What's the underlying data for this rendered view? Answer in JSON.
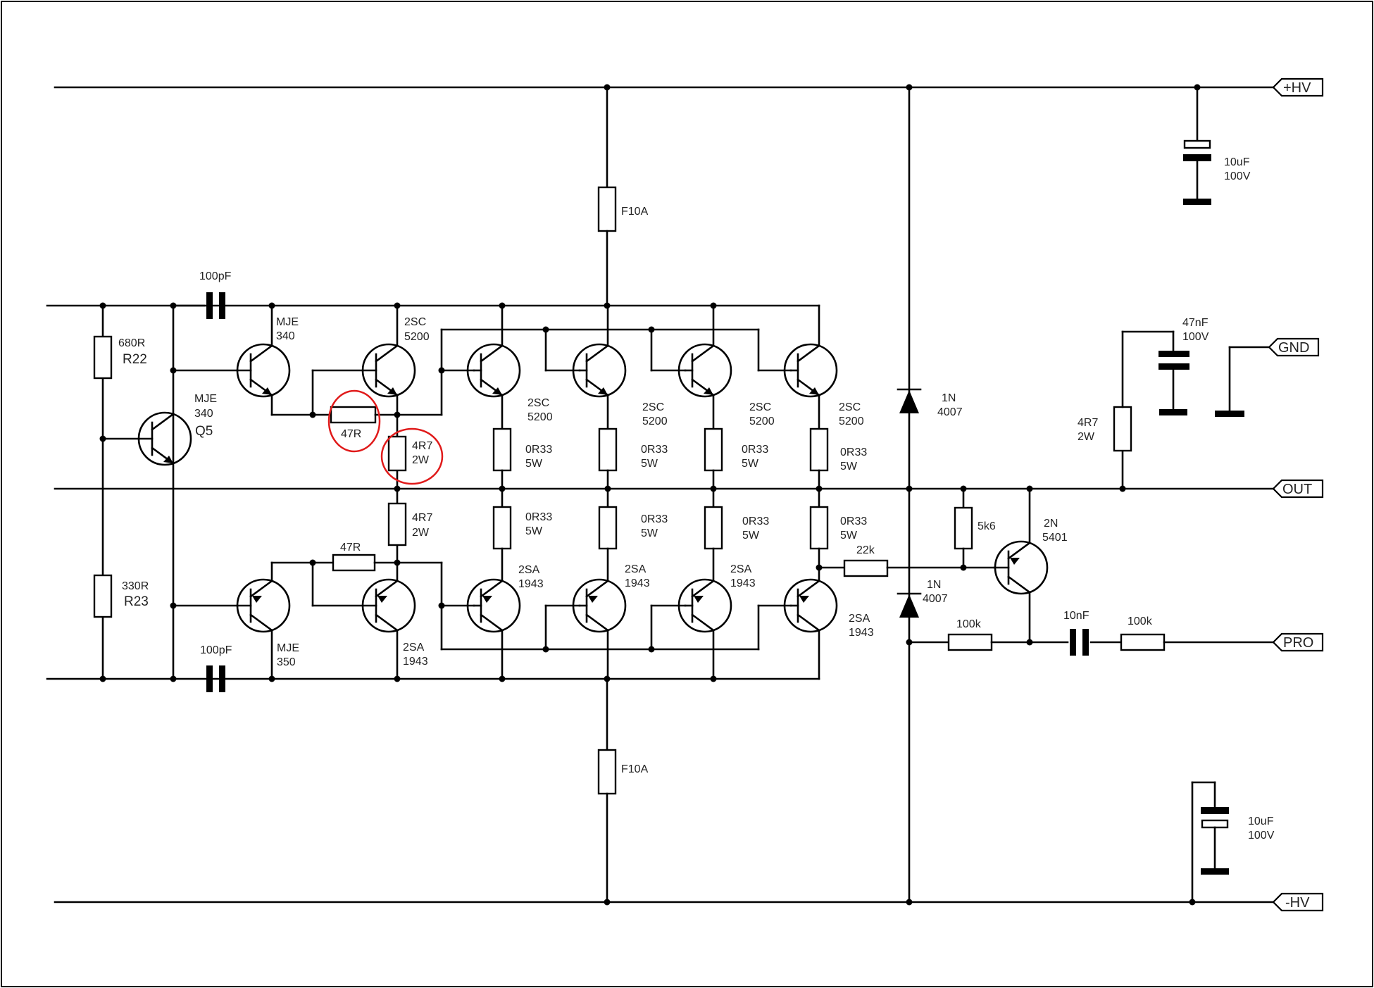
{
  "ports": {
    "hv_pos": "+HV",
    "gnd": "GND",
    "out": "OUT",
    "pro": "PRO",
    "hv_neg": "-HV"
  },
  "labels": {
    "c100p_top": "100pF",
    "c100p_bot": "100pF",
    "r22_val": "680R",
    "r22_name": "R22",
    "r23_val": "330R",
    "r23_name": "R23",
    "q5_type_a": "MJE",
    "q5_type_b": "340",
    "q5_name": "Q5",
    "drv_top_a": "MJE",
    "drv_top_b": "340",
    "drv_bot_a": "MJE",
    "drv_bot_b": "350",
    "pre_top_a": "2SC",
    "pre_top_b": "5200",
    "pre_bot_a": "2SA",
    "pre_bot_b": "1943",
    "r47_top": "47R",
    "r47_bot": "47R",
    "r4r7_top_a": "4R7",
    "r4r7_top_b": "2W",
    "r4r7_bot_a": "4R7",
    "r4r7_bot_b": "2W",
    "npn_a": "2SC",
    "npn_b": "5200",
    "pnp_a": "2SA",
    "pnp_b": "1943",
    "re_a": "0R33",
    "re_b": "5W",
    "fuse": "F10A",
    "diode_a": "1N",
    "diode_b": "4007",
    "cap_hv_a": "10uF",
    "cap_hv_b": "100V",
    "cap_47n_a": "47nF",
    "cap_47n_b": "100V",
    "zobel_a": "4R7",
    "zobel_b": "2W",
    "r5k6": "5k6",
    "r22k": "22k",
    "q2n_a": "2N",
    "q2n_b": "5401",
    "r100k": "100k",
    "c10n": "10nF"
  },
  "colors": {
    "wire": "#000000",
    "highlight": "#e01a1a",
    "background": "#ffffff"
  }
}
